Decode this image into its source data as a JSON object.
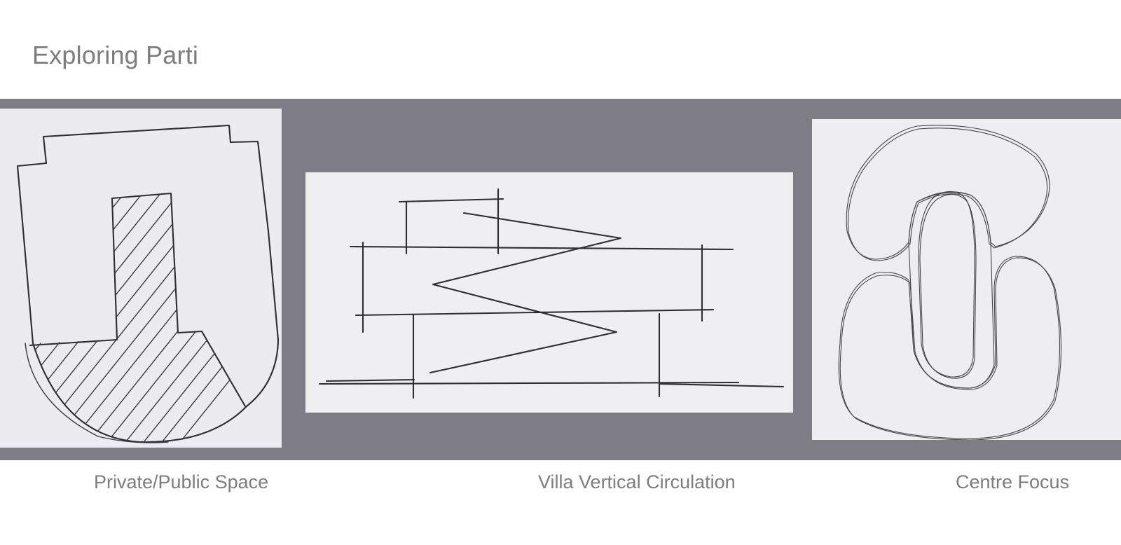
{
  "title": "Exploring Parti",
  "sketches": [
    {
      "icon": "private-public-space-sketch",
      "caption": "Private/Public Space"
    },
    {
      "icon": "villa-vertical-circulation-sketch",
      "caption": "Villa Vertical Circulation"
    },
    {
      "icon": "centre-focus-sketch",
      "caption": "Centre Focus"
    }
  ],
  "colors": {
    "band": "#7e7c85",
    "text": "#7d7d80",
    "paper": "#ecebef",
    "ink": "#2e2d32"
  }
}
